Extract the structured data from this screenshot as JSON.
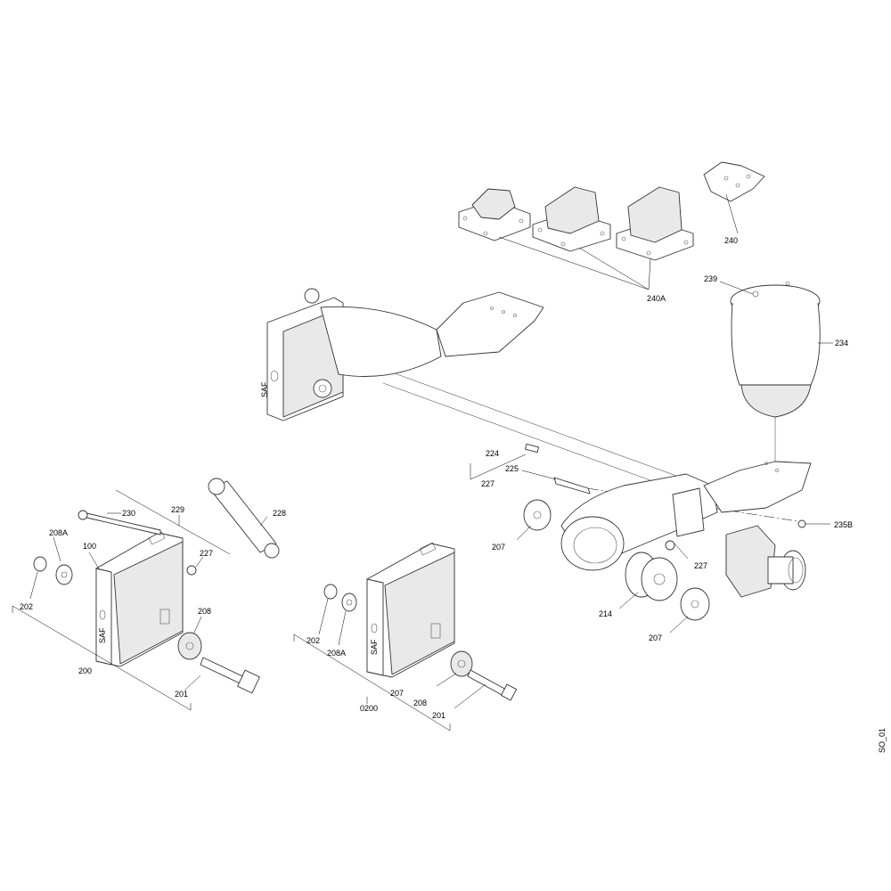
{
  "drawing_id": "SO_01",
  "brand_mark": "SAF",
  "callouts": {
    "c240": "240",
    "c240A": "240A",
    "c239": "239",
    "c234": "234",
    "c224": "224",
    "c225": "225",
    "c227_axle": "227",
    "c235B": "235B",
    "c207_top": "207",
    "c207_bottom": "207",
    "c227_hub": "227",
    "c214": "214",
    "c230": "230",
    "c229": "229",
    "c228": "228",
    "c208A_left": "208A",
    "c100": "100",
    "c227_left": "227",
    "c202_left": "202",
    "c208_left": "208",
    "c200": "200",
    "c201_left": "201",
    "c202_mid": "202",
    "c208A_mid": "208A",
    "c207_mid": "207",
    "c0200": "0200",
    "c208_mid": "208",
    "c201_mid": "201"
  }
}
